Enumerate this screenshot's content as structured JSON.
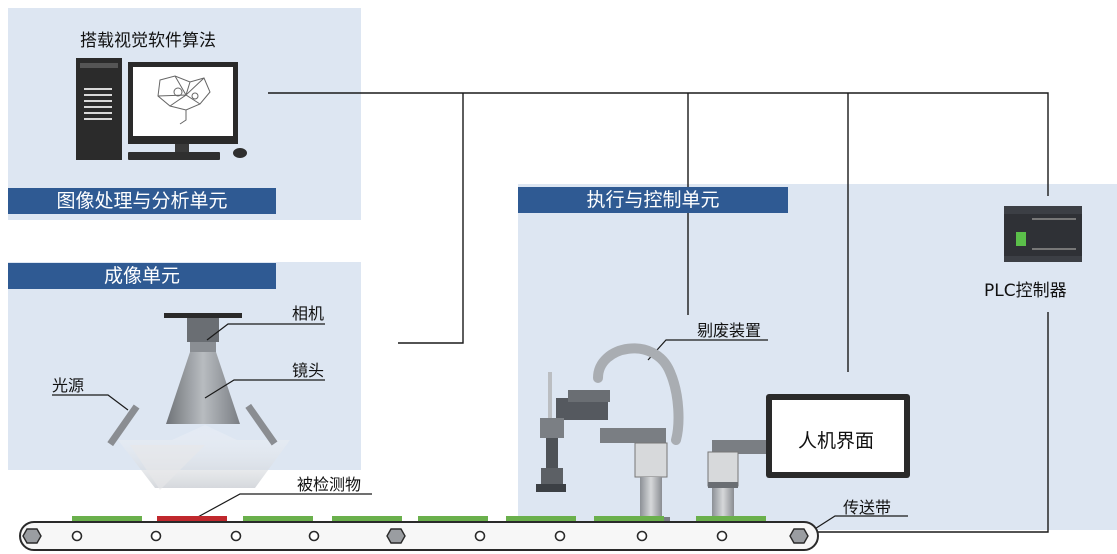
{
  "sections": {
    "processing": {
      "title": "图像处理与分析单元",
      "caption": "搭载视觉软件算法"
    },
    "imaging": {
      "title": "成像单元"
    },
    "execution": {
      "title": "执行与控制单元"
    }
  },
  "labels": {
    "camera": "相机",
    "lens": "镜头",
    "light": "光源",
    "object": "被检测物",
    "reject": "剔废装置",
    "plc": "PLC控制器",
    "hmi": "人机界面",
    "conveyor": "传送带"
  },
  "colors": {
    "panel": "#dde6f2",
    "title_bar": "#2f5a93",
    "good_item": "#6ab04c",
    "defect_item": "#c0282d",
    "line": "#1a1a1a"
  },
  "icons": [
    "computer-tower-icon",
    "monitor-icon",
    "keyboard-icon",
    "mouse-icon",
    "camera-icon",
    "light-source-icon",
    "robot-arm-icon",
    "plc-icon",
    "hmi-screen-icon",
    "conveyor-roller-icon"
  ]
}
